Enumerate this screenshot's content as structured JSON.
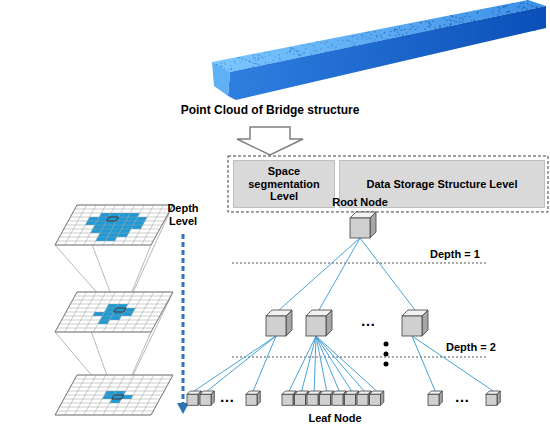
{
  "diagram": {
    "nodes": [
      {
        "text": [
          "Space segmentation Level"
        ]
      },
      {
        "text": [
          "Data Storage Structure Level"
        ]
      }
    ],
    "labels": [
      "Point Cloud of Bridge structure",
      "Depth Level",
      "Root Node",
      "Depth = 1",
      "…",
      "Depth = 2",
      "…",
      "…",
      "Leaf Node"
    ]
  }
}
